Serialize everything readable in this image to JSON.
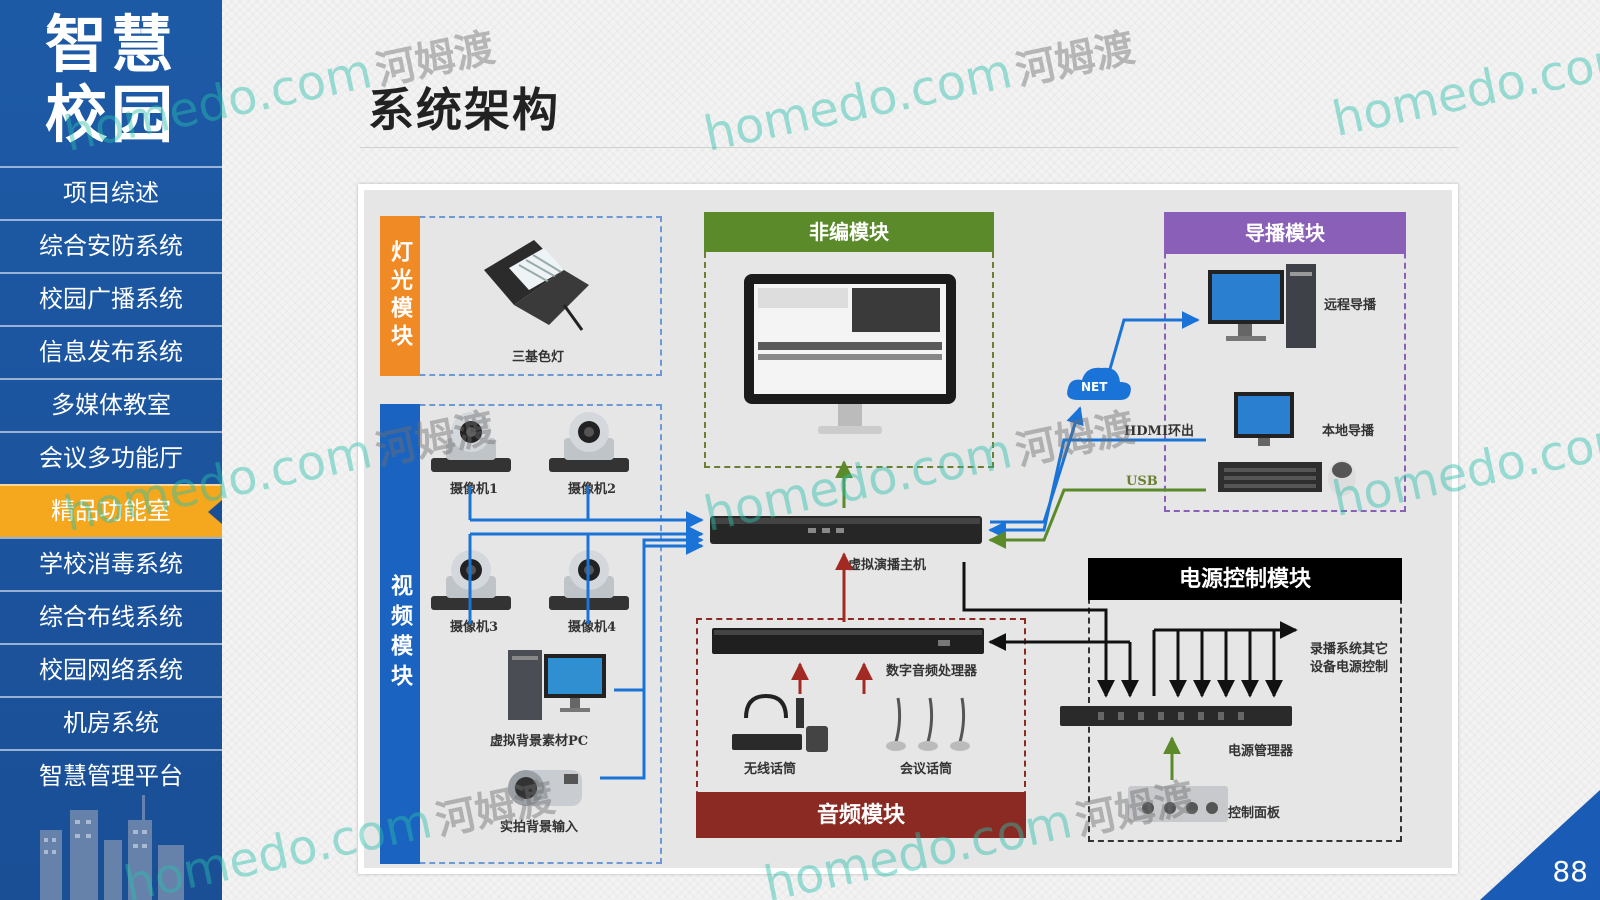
{
  "sidebar": {
    "brand_line1": "智慧",
    "brand_line2": "校园",
    "items": [
      {
        "label": "项目综述"
      },
      {
        "label": "综合安防系统"
      },
      {
        "label": "校园广播系统"
      },
      {
        "label": "信息发布系统"
      },
      {
        "label": "多媒体教室"
      },
      {
        "label": "会议多功能厅"
      },
      {
        "label": "精品功能室",
        "active": true
      },
      {
        "label": "学校消毒系统"
      },
      {
        "label": "综合布线系统"
      },
      {
        "label": "校园网络系统"
      },
      {
        "label": "机房系统"
      },
      {
        "label": "智慧管理平台"
      }
    ]
  },
  "page": {
    "title": "系统架构",
    "page_number": "88"
  },
  "watermark": {
    "text": "homedo.com",
    "cn": "河姆渡"
  },
  "diagram": {
    "modules": {
      "light": "灯光模块",
      "video": "视频模块",
      "edit": "非编模块",
      "director": "导播模块",
      "power": "电源控制模块",
      "audio": "音频模块"
    },
    "labels": {
      "tricolor_light": "三基色灯",
      "cam1": "摄像机1",
      "cam2": "摄像机2",
      "cam3": "摄像机3",
      "cam4": "摄像机4",
      "virtual_pc": "虚拟背景素材PC",
      "live_input": "实拍背景输入",
      "virtual_host": "虚拟演播主机",
      "remote_director": "远程导播",
      "local_director": "本地导播",
      "hdmi": "HDMI环出",
      "usb": "USB",
      "net": "NET",
      "audio_processor": "数字音频处理器",
      "wireless_mic": "无线话筒",
      "conf_mic": "会议话筒",
      "power_manager": "电源管理器",
      "control_panel": "控制面板",
      "other_power_line1": "录播系统其它",
      "other_power_line2": "设备电源控制"
    }
  },
  "colors": {
    "sidebar": "#1d5aa6",
    "active": "#f5a81e",
    "light_head": "#f08a24",
    "video_head": "#1a63c0",
    "edit_head": "#5a8a2a",
    "director_head": "#8a5fb8",
    "power_head": "#000000",
    "audio_head": "#8b2a22",
    "arrow_blue": "#1a73d6",
    "arrow_green": "#5a8a2a",
    "arrow_red": "#a32a22"
  }
}
